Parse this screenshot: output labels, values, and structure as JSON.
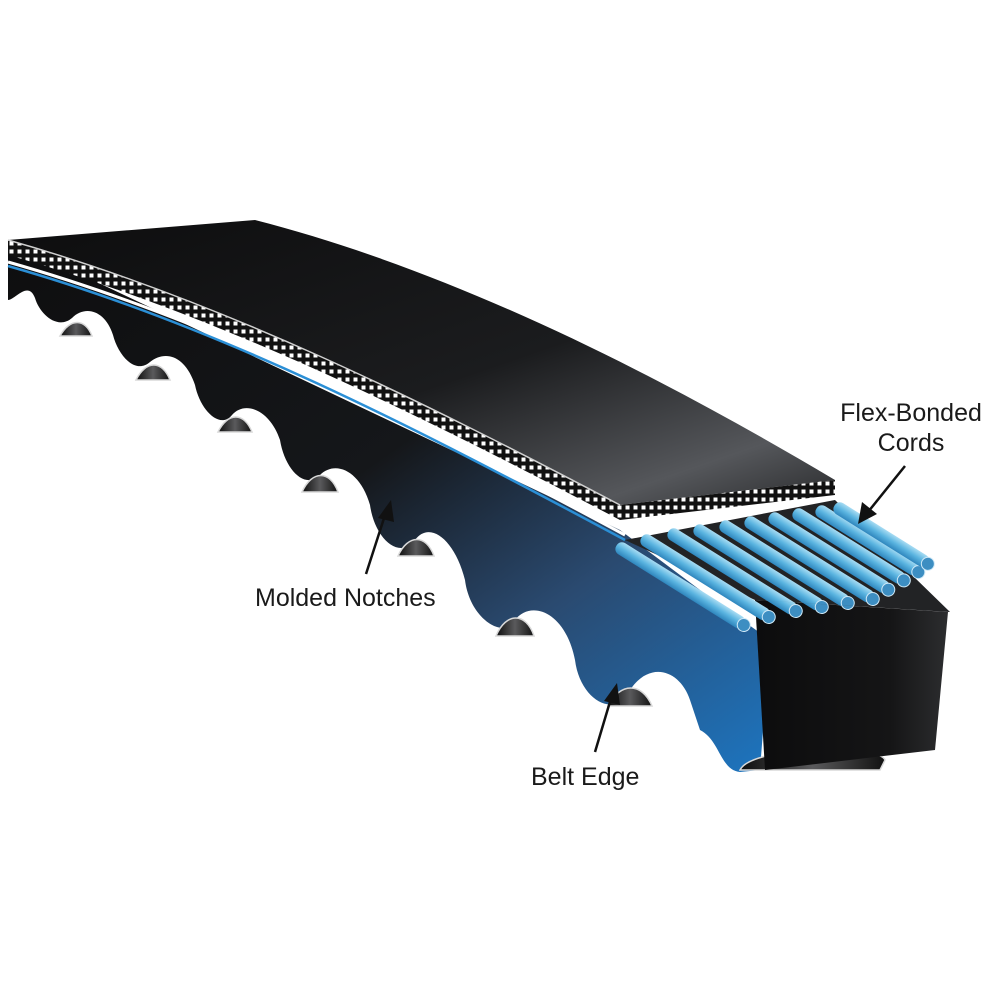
{
  "diagram": {
    "subject": "Cogged V-belt cutaway illustration",
    "colors": {
      "belt_body": "#111213",
      "belt_top_highlight": "#4a4c50",
      "belt_edge_blue": "#1e6fb5",
      "cord_blue": "#5ab4e0",
      "cord_highlight": "#a8dcf3",
      "tension_band_dots": "#ffffff",
      "background": "#ffffff",
      "label_text": "#1a1a1a"
    },
    "cord_count": 10,
    "notch_count": 8,
    "labels": {
      "flex_bonded_cords": {
        "line1": "Flex-Bonded",
        "line2": "Cords"
      },
      "molded_notches": "Molded Notches",
      "belt_edge": "Belt Edge"
    }
  }
}
